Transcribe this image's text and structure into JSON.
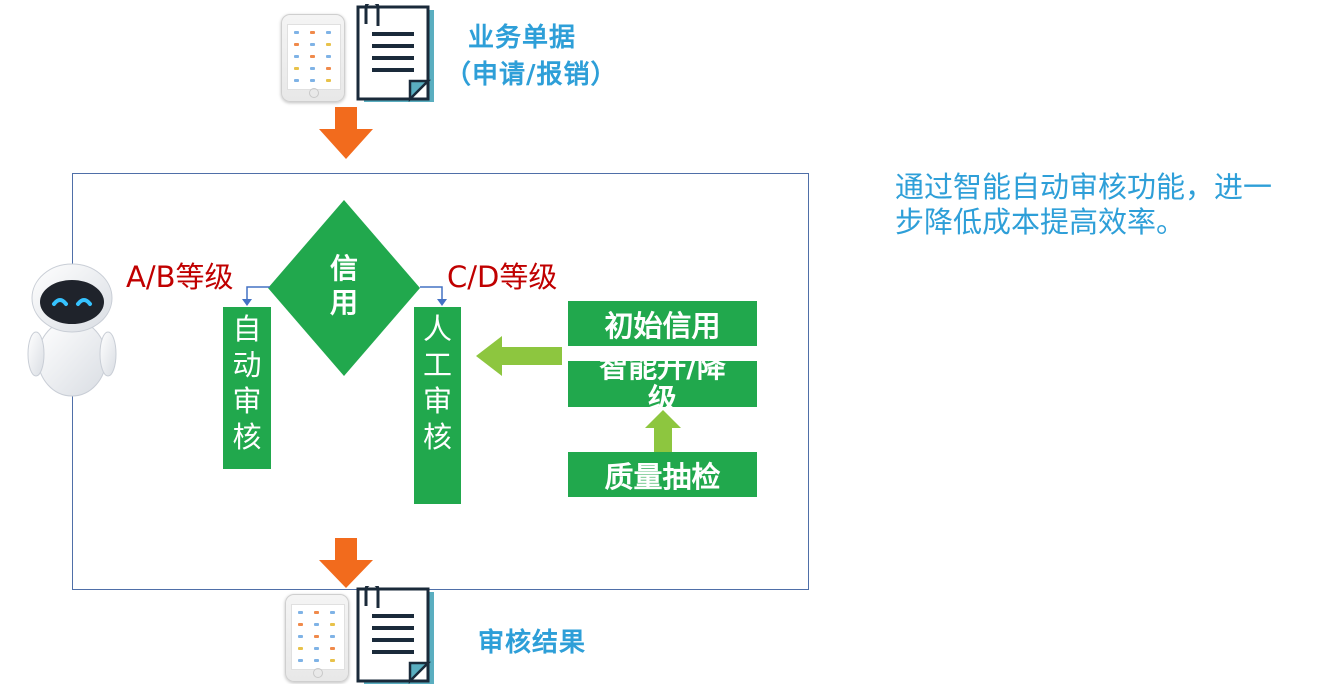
{
  "input_doc": {
    "title_line1": "业务单据",
    "title_line2": "（申请/报销）"
  },
  "decision": {
    "label_chars": [
      "信",
      "用"
    ]
  },
  "grades": {
    "left": "A/B等级",
    "right": "C/D等级"
  },
  "auto_review": {
    "chars": [
      "自",
      "动",
      "审",
      "核"
    ]
  },
  "manual_review": {
    "chars": [
      "人",
      "工",
      "审",
      "核"
    ]
  },
  "credit_panel": {
    "initial_credit": "初始信用",
    "smart_adjust_line1": "智能升/降",
    "smart_adjust_line2": "级",
    "quality_check": "质量抽检"
  },
  "output_doc": {
    "title": "审核结果"
  },
  "description": {
    "line1": "通过智能自动审核功能，进一",
    "line2": "步降低成本提高效率。"
  },
  "colors": {
    "green_box": "#21a84d",
    "light_green_arrow": "#8dc63f",
    "orange_arrow": "#f26b1d",
    "grade_red": "#c00000",
    "title_blue": "#2e9fd8",
    "frame_blue": "#4f6fa8"
  }
}
